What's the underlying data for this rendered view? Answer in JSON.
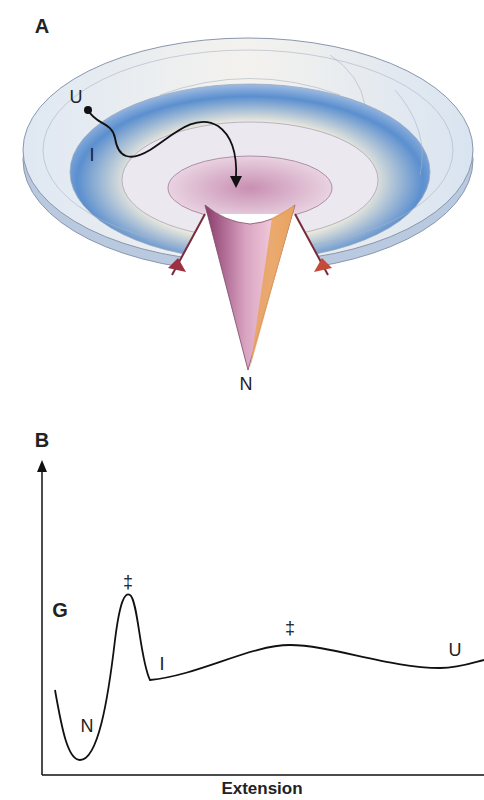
{
  "diagram": {
    "labels": [
      "A",
      "U",
      "I",
      "N",
      "B",
      "‡",
      "‡",
      "N",
      "I",
      "U",
      "G",
      "Extension"
    ]
  }
}
